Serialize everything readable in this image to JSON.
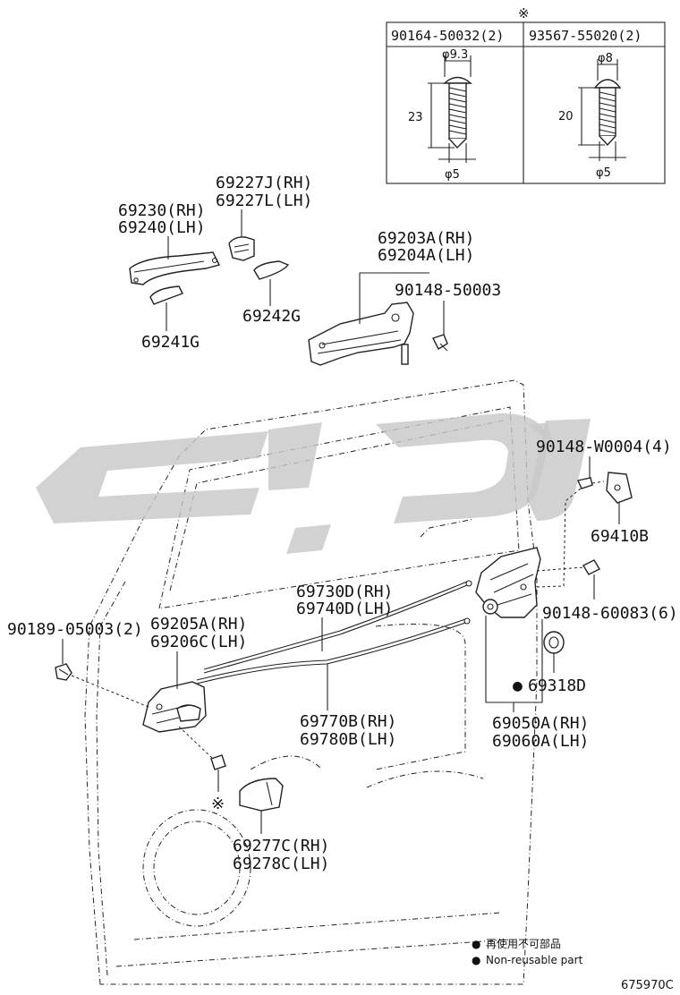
{
  "fastener_table": {
    "marker": "※",
    "col1": {
      "part": "90164-50032(2)",
      "head_dia": "φ9.3",
      "length": "23",
      "shank_dia": "φ5"
    },
    "col2": {
      "part": "93567-55020(2)",
      "head_dia": "φ8",
      "length": "20",
      "shank_dia": "φ5"
    }
  },
  "callouts": {
    "outside_handle": {
      "line1": "69230(RH)",
      "line2": "69240(LH)"
    },
    "handle_cover": {
      "line1": "69227J(RH)",
      "line2": "69227L(LH)"
    },
    "pad_69242g": "69242G",
    "pad_69241g": "69241G",
    "handle_frame": {
      "line1": "69203A(RH)",
      "line2": "69204A(LH)"
    },
    "frame_screw": "90148-50003",
    "striker_screw": "90148-W0004(4)",
    "striker": "69410B",
    "lock_screw": "90148-60083(6)",
    "lock_seal": "69318D",
    "lock_seal_marker": "●",
    "door_lock": {
      "line1": "69050A(RH)",
      "line2": "69060A(LH)"
    },
    "lock_cable": {
      "line1": "69730D(RH)",
      "line2": "69740D(LH)"
    },
    "inside_handle": {
      "line1": "69205A(RH)",
      "line2": "69206C(LH)"
    },
    "clip": "90189-05003(2)",
    "inside_cable": {
      "line1": "69770B(RH)",
      "line2": "69780B(LH)"
    },
    "bezel": {
      "line1": "69277C(RH)",
      "line2": "69278C(LH)"
    },
    "screw_marker": "※"
  },
  "legend": {
    "bullet": "●",
    "line_jp": "再使用不可部品",
    "line_en": "Non-reusable part"
  },
  "figure_ref": "675970C",
  "colors": {
    "ink": "#222222",
    "watermark": "#c8c8c8"
  },
  "icons": {
    "bolt": "bolt-icon",
    "clip": "clip-icon",
    "seal": "seal-ring-icon",
    "watermark": "watermark-logo"
  }
}
